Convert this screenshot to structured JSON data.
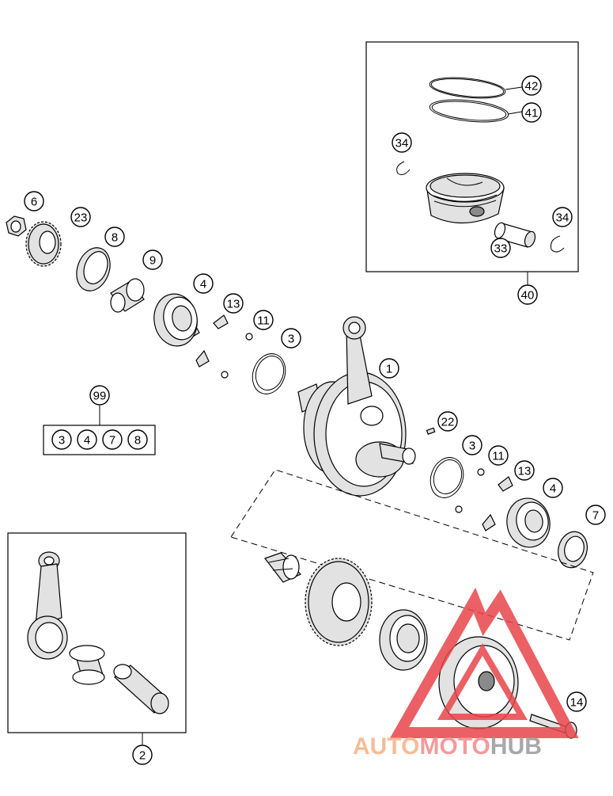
{
  "callouts": [
    {
      "id": "c1",
      "label": "1"
    },
    {
      "id": "c2",
      "label": "2"
    },
    {
      "id": "c3a",
      "label": "3"
    },
    {
      "id": "c3b",
      "label": "3"
    },
    {
      "id": "c4a",
      "label": "4"
    },
    {
      "id": "c4b",
      "label": "4"
    },
    {
      "id": "c6",
      "label": "6"
    },
    {
      "id": "c7",
      "label": "7"
    },
    {
      "id": "c8",
      "label": "8"
    },
    {
      "id": "c9",
      "label": "9"
    },
    {
      "id": "c11a",
      "label": "11"
    },
    {
      "id": "c11b",
      "label": "11"
    },
    {
      "id": "c13a",
      "label": "13"
    },
    {
      "id": "c13b",
      "label": "13"
    },
    {
      "id": "c14",
      "label": "14"
    },
    {
      "id": "c22",
      "label": "22"
    },
    {
      "id": "c23",
      "label": "23"
    },
    {
      "id": "c33",
      "label": "33"
    },
    {
      "id": "c34a",
      "label": "34"
    },
    {
      "id": "c34b",
      "label": "34"
    },
    {
      "id": "c40",
      "label": "40"
    },
    {
      "id": "c41",
      "label": "41"
    },
    {
      "id": "c42",
      "label": "42"
    },
    {
      "id": "c99",
      "label": "99"
    }
  ],
  "kit_99_items": [
    "3",
    "4",
    "7",
    "8"
  ],
  "watermark": {
    "part1": "AUTO",
    "part2": "MOTO",
    "part3": "HUB",
    "color1": "#f5b183",
    "color2": "#f08a8a",
    "color3": "#9a9a9a",
    "triangle_color": "#e8454a"
  }
}
